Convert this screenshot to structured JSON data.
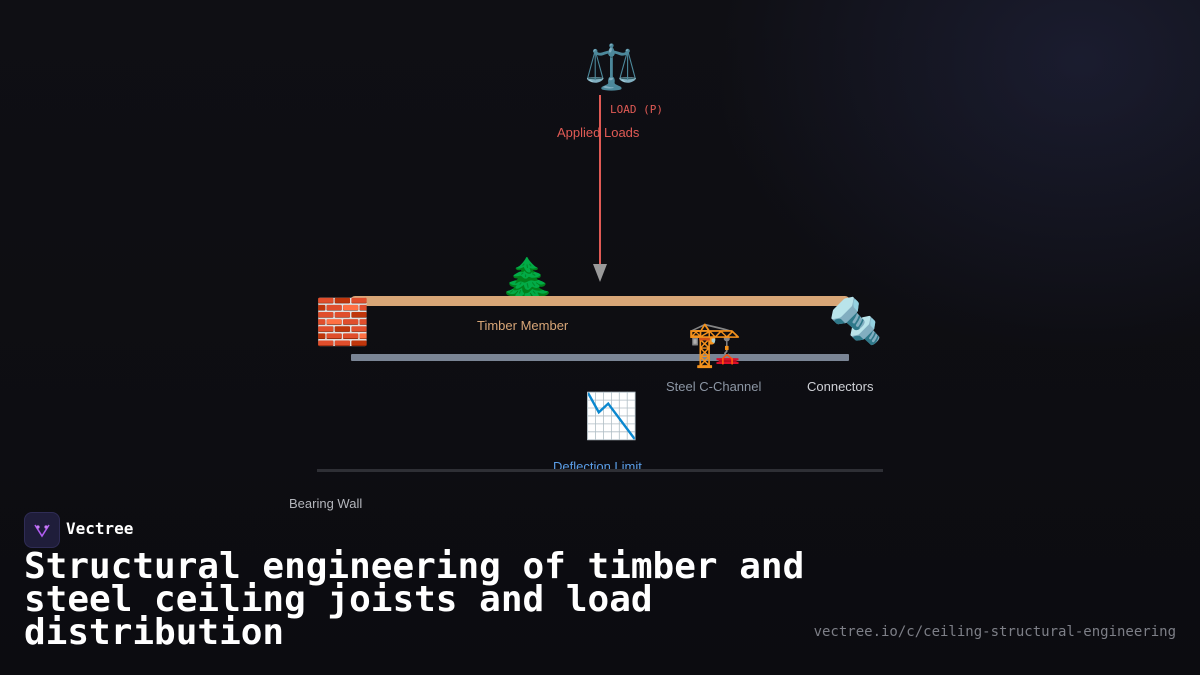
{
  "diagram": {
    "load_tag": "LOAD (P)",
    "labels": {
      "applied_loads": "Applied Loads",
      "timber_member": "Timber Member",
      "steel_c_channel": "Steel C-Channel",
      "connectors": "Connectors",
      "deflection_limit": "Deflection Limit",
      "bearing_wall": "Bearing Wall"
    },
    "icons": {
      "scale": "scale-icon",
      "tree": "tree-icon",
      "brick_wall": "brick-wall-icon",
      "crane": "crane-icon",
      "bolt": "bolt-icon",
      "chart_down": "chart-decreasing-icon"
    },
    "colors": {
      "load": "#e05a55",
      "timber": "#d8a677",
      "steel": "#7a8595",
      "deflection": "#5b9ee8"
    }
  },
  "brand": {
    "name": "Vectree"
  },
  "page": {
    "title": "Structural engineering of timber and steel ceiling joists and load distribution",
    "url": "vectree.io/c/ceiling-structural-engineering"
  }
}
